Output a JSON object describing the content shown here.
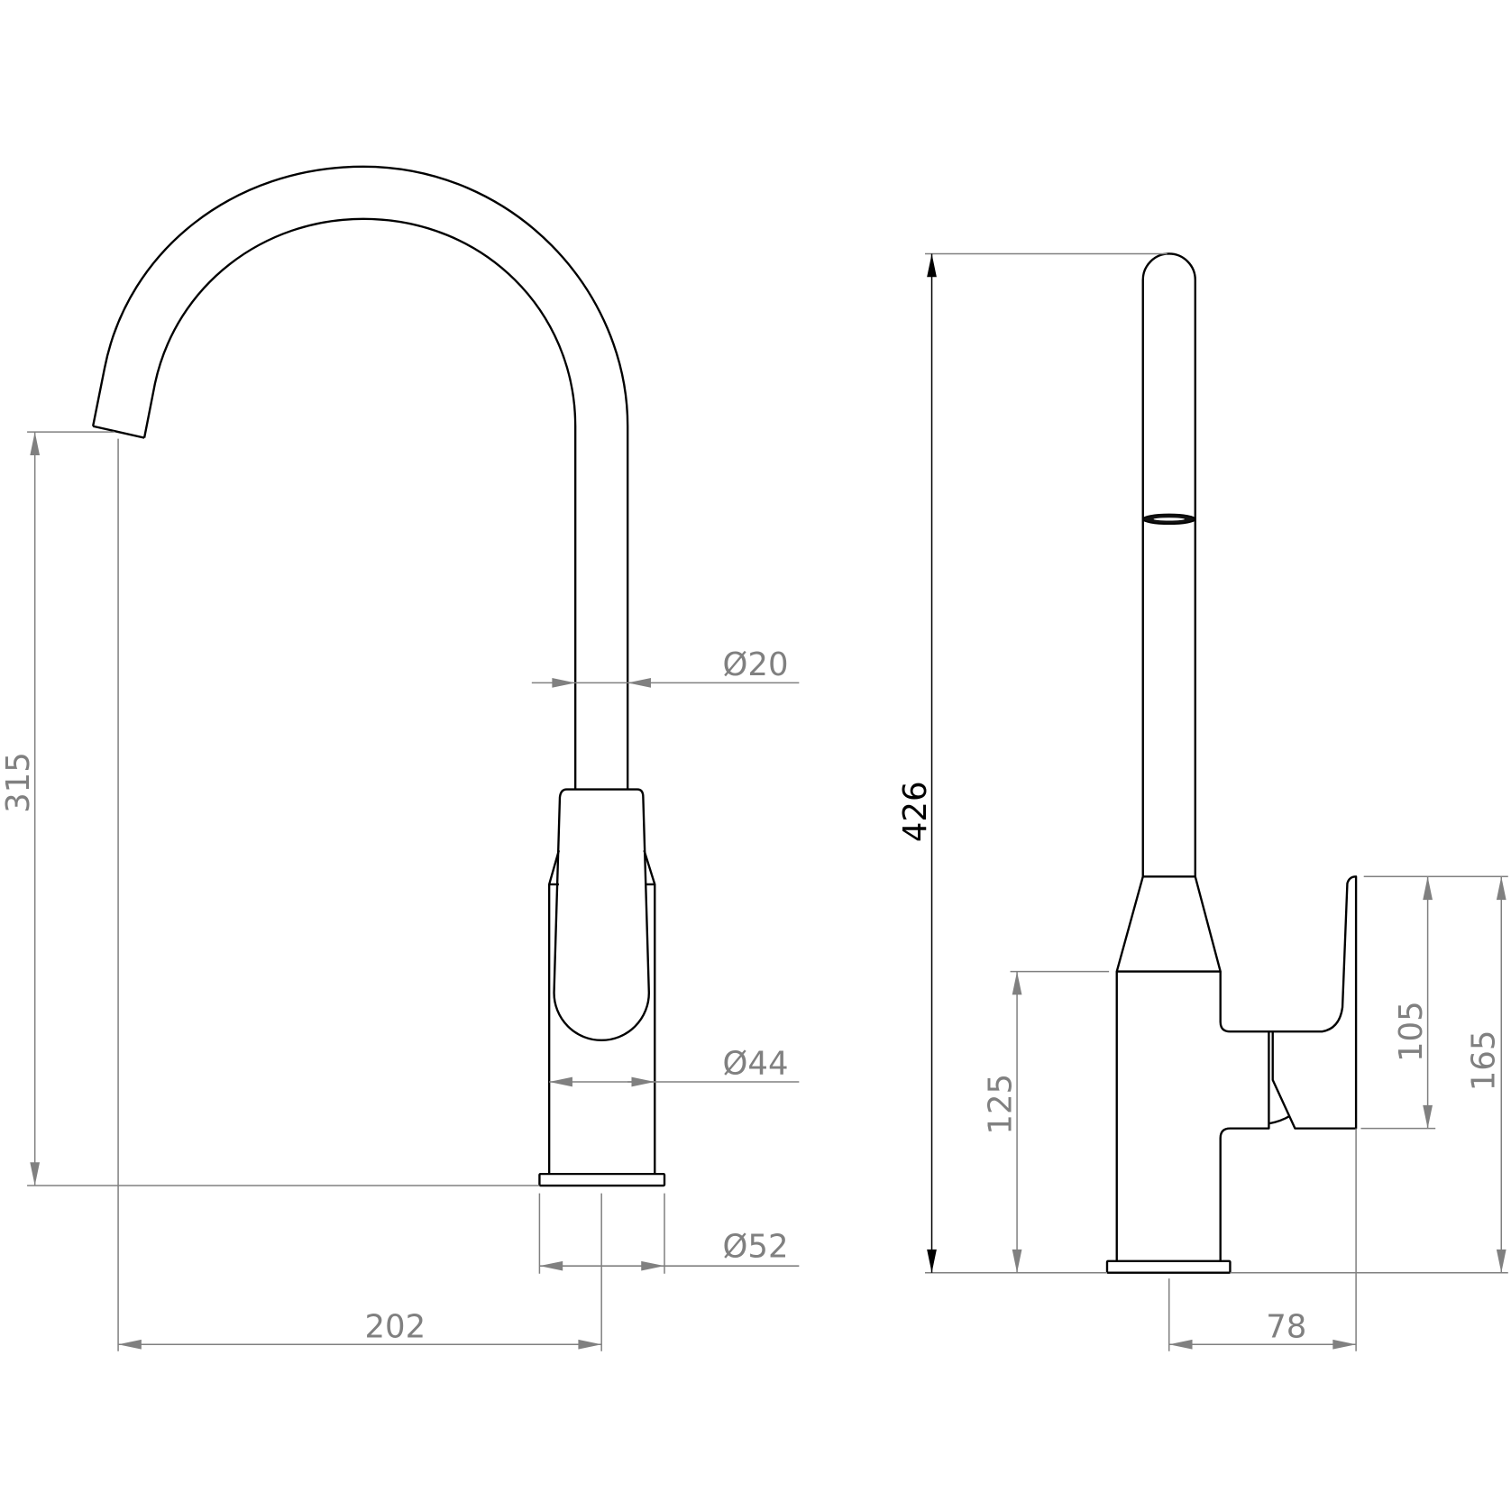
{
  "drawing": {
    "outline_color": "#000000",
    "dimension_color": "#808080",
    "front_view": {
      "dimensions": {
        "spout_height": "315",
        "spout_diameter": "Ø20",
        "body_diameter": "Ø44",
        "base_diameter": "Ø52",
        "spout_reach": "202"
      }
    },
    "side_view": {
      "dimensions": {
        "total_height": "426",
        "body_height": "125",
        "handle_height": "105",
        "handle_top_height": "165",
        "handle_depth": "78"
      }
    }
  }
}
